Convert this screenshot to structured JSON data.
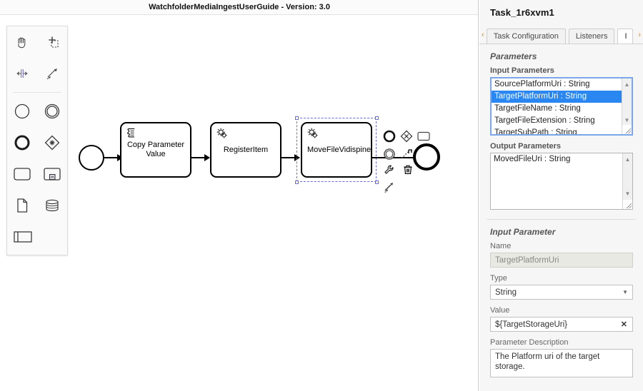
{
  "canvas": {
    "diagram_title": "WatchfolderMediaIngestUserGuide - Version: 3.0",
    "palette": [
      {
        "name": "hand-tool-icon",
        "label": "Activate the hand tool"
      },
      {
        "name": "lasso-tool-icon",
        "label": "Activate the lasso tool"
      },
      {
        "name": "space-tool-icon",
        "label": "Activate the create/remove space tool"
      },
      {
        "name": "connect-tool-icon",
        "label": "Activate the global connect tool"
      },
      {
        "name": "start-event-icon",
        "label": "Create StartEvent"
      },
      {
        "name": "intermediate-event-icon",
        "label": "Create Intermediate/Boundary Event"
      },
      {
        "name": "end-event-icon",
        "label": "Create EndEvent"
      },
      {
        "name": "gateway-icon",
        "label": "Create Gateway"
      },
      {
        "name": "task-icon",
        "label": "Create Task"
      },
      {
        "name": "subprocess-icon",
        "label": "Create expanded SubProcess"
      },
      {
        "name": "data-object-icon",
        "label": "Create DataObjectReference"
      },
      {
        "name": "data-store-icon",
        "label": "Create DataStoreReference"
      },
      {
        "name": "participant-icon",
        "label": "Create Pool/Participant"
      }
    ],
    "nodes": [
      {
        "name": "start-event",
        "type": "start-event",
        "label": ""
      },
      {
        "name": "task-copy-parameter-value",
        "type": "script-task",
        "label": "Copy Parameter Value"
      },
      {
        "name": "task-register-item",
        "type": "service-task",
        "label": "RegisterItem"
      },
      {
        "name": "task-move-file-vidispine",
        "type": "service-task",
        "label": "MoveFileVidispine",
        "selected": true
      },
      {
        "name": "end-event",
        "type": "end-event",
        "label": ""
      }
    ],
    "context_pad": [
      {
        "name": "append-end-event-icon"
      },
      {
        "name": "append-gateway-icon"
      },
      {
        "name": "append-task-icon"
      },
      {
        "name": "append-intermediate-event-icon"
      },
      {
        "name": "append-text-annotation-icon"
      },
      {
        "name": "connect-icon"
      },
      {
        "name": "delete-icon"
      },
      {
        "name": "wrench-icon"
      },
      {
        "name": "change-type-icon"
      }
    ]
  },
  "properties": {
    "title": "Task_1r6xvm1",
    "tab_scroll_left": "‹",
    "tab_scroll_right": "›",
    "tabs": [
      {
        "label": "Task Configuration",
        "active": false
      },
      {
        "label": "Listeners",
        "active": false
      },
      {
        "label": "I",
        "active": true
      }
    ],
    "parameters_heading": "Parameters",
    "input_parameters_label": "Input Parameters",
    "input_parameters": [
      {
        "label": "SourcePlatformUri : String",
        "selected": false
      },
      {
        "label": "TargetPlatformUri : String",
        "selected": true
      },
      {
        "label": "TargetFileName : String",
        "selected": false
      },
      {
        "label": "TargetFileExtension : String",
        "selected": false
      },
      {
        "label": "TargetSubPath : String",
        "selected": false
      }
    ],
    "output_parameters_label": "Output Parameters",
    "output_parameters": [
      {
        "label": "MovedFileUri : String",
        "selected": false
      }
    ],
    "input_parameter_heading": "Input Parameter",
    "name_label": "Name",
    "name_value": "TargetPlatformUri",
    "type_label": "Type",
    "type_value": "String",
    "type_caret": "▼",
    "value_label": "Value",
    "value_value": "${TargetStorageUri}",
    "value_clear": "✕",
    "description_label": "Parameter Description",
    "description_value": "The Platform uri of the target storage.",
    "accent_green": "#6fbb2e",
    "selection_blue": "#2a86f0"
  }
}
